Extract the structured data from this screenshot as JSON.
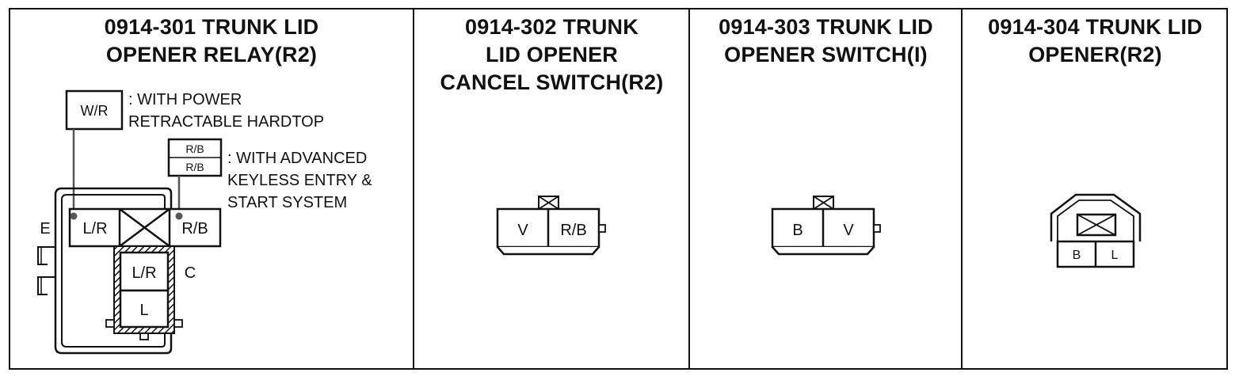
{
  "panels": [
    {
      "title_line1": "0914-301 TRUNK LID",
      "title_line2": "OPENER RELAY(R2)",
      "legend_wr_box": "W/R",
      "legend_wr_line1": ": WITH POWER",
      "legend_wr_line2": "RETRACTABLE HARDTOP",
      "legend_rb_box_top": "R/B",
      "legend_rb_box_bottom": "R/B",
      "legend_rb_line1": ": WITH ADVANCED",
      "legend_rb_line2": "KEYLESS ENTRY &",
      "legend_rb_line3": "START SYSTEM",
      "connector_e_label": "E",
      "connector_e_left_pin": "L/R",
      "connector_e_right_pin": "R/B",
      "connector_c_label": "C",
      "connector_c_top_pin": "L/R",
      "connector_c_bottom_pin": "L"
    },
    {
      "title_line1": "0914-302 TRUNK",
      "title_line2": "LID OPENER",
      "title_line3": "CANCEL SWITCH(R2)",
      "pin_left": "V",
      "pin_right": "R/B"
    },
    {
      "title_line1": "0914-303 TRUNK LID",
      "title_line2": "OPENER SWITCH(I)",
      "pin_left": "B",
      "pin_right": "V"
    },
    {
      "title_line1": "0914-304 TRUNK LID",
      "title_line2": "OPENER(R2)",
      "pin_left": "B",
      "pin_right": "L"
    }
  ]
}
